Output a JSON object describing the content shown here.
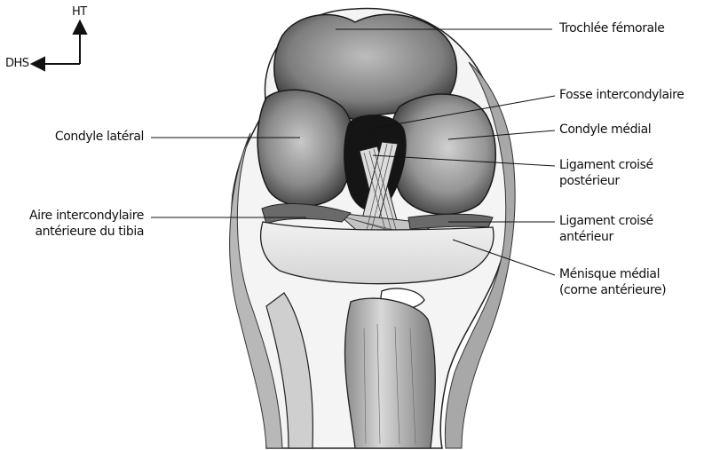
{
  "orientation": {
    "up_label": "HT",
    "left_label": "DHS"
  },
  "labels": {
    "trochlea": "Trochlée fémorale",
    "fossa": "Fosse intercondylaire",
    "medial_condyle": "Condyle médial",
    "pcl_line1": "Ligament croisé",
    "pcl_line2": "postérieur",
    "acl_line1": "Ligament croisé",
    "acl_line2": "antérieur",
    "meniscus_line1": "Ménisque médial",
    "meniscus_line2": "(corne antérieure)",
    "lateral_condyle": "Condyle latéral",
    "tibia_area_line1": "Aire intercondylaire",
    "tibia_area_line2": "antérieure du tibia"
  },
  "colors": {
    "ink": "#111111",
    "bone_light": "#e8e8e8",
    "bone_mid": "#9a9a9a",
    "bone_dark": "#4a4a4a"
  }
}
